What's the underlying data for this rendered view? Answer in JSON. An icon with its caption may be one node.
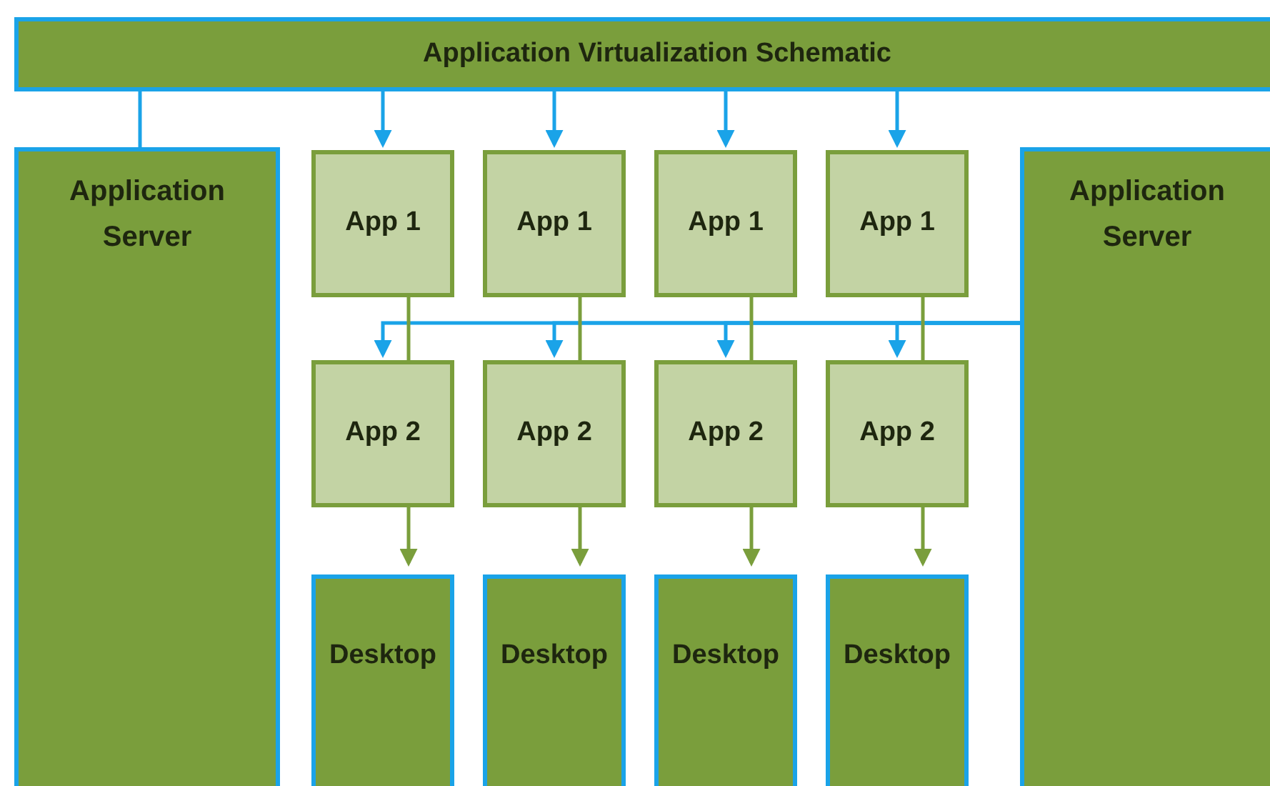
{
  "diagram": {
    "nodes": [
      {
        "text": [
          "Application Virtualization Schematic"
        ]
      },
      {
        "text": [
          "Application Server"
        ]
      },
      {
        "text": [
          "Application Server"
        ]
      },
      {
        "text": [
          "App 1"
        ]
      },
      {
        "text": [
          "App 1"
        ]
      },
      {
        "text": [
          "App 1"
        ]
      },
      {
        "text": [
          "App 1"
        ]
      },
      {
        "text": [
          "App 2"
        ]
      },
      {
        "text": [
          "App 2"
        ]
      },
      {
        "text": [
          "App 2"
        ]
      },
      {
        "text": [
          "App 2"
        ]
      },
      {
        "text": [
          "Desktop"
        ]
      },
      {
        "text": [
          "Desktop"
        ]
      },
      {
        "text": [
          "Desktop"
        ]
      },
      {
        "text": [
          "Desktop"
        ]
      }
    ],
    "edges": [
      {
        "from": 0,
        "to": 1,
        "arrow": "none"
      },
      {
        "from": 0,
        "to": 3,
        "arrow": "to"
      },
      {
        "from": 0,
        "to": 4,
        "arrow": "to"
      },
      {
        "from": 0,
        "to": 5,
        "arrow": "to"
      },
      {
        "from": 0,
        "to": 6,
        "arrow": "to"
      },
      {
        "from": 2,
        "to": 7,
        "arrow": "to"
      },
      {
        "from": 2,
        "to": 8,
        "arrow": "to"
      },
      {
        "from": 2,
        "to": 9,
        "arrow": "to"
      },
      {
        "from": 2,
        "to": 10,
        "arrow": "to"
      },
      {
        "from": 3,
        "to": 7,
        "arrow": "none",
        "color": "#7a9e3c"
      },
      {
        "from": 4,
        "to": 8,
        "arrow": "none",
        "color": "#7a9e3c"
      },
      {
        "from": 5,
        "to": 9,
        "arrow": "none",
        "color": "#7a9e3c"
      },
      {
        "from": 6,
        "to": 10,
        "arrow": "none",
        "color": "#7a9e3c"
      },
      {
        "from": 7,
        "to": 11,
        "arrow": "to",
        "color": "#7a9e3c"
      },
      {
        "from": 8,
        "to": 12,
        "arrow": "to",
        "color": "#7a9e3c"
      },
      {
        "from": 9,
        "to": 13,
        "arrow": "to",
        "color": "#7a9e3c"
      },
      {
        "from": 10,
        "to": 14,
        "arrow": "to",
        "color": "#7a9e3c"
      }
    ]
  }
}
